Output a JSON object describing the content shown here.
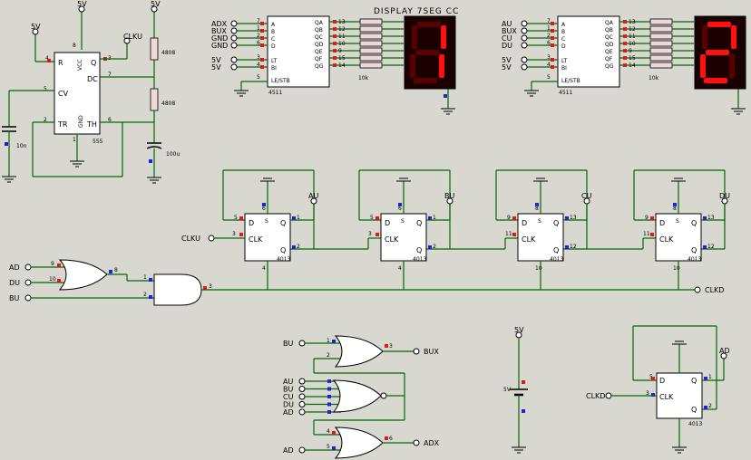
{
  "display_title": "DISPLAY 7SEG CC",
  "supply_label": "5V",
  "timer": {
    "pins": {
      "R": "R",
      "VCC": "VCC",
      "Q": "Q",
      "DC": "DC",
      "CV": "CV",
      "TR": "TR",
      "GND": "GND",
      "TH": "TH"
    },
    "chip": "555",
    "pin_nums": {
      "p4": "4",
      "p8": "8",
      "p3": "3",
      "p7": "7",
      "p5": "5",
      "p2": "2",
      "p6": "6",
      "p1": "1"
    },
    "r1": "4808",
    "r2": "4808",
    "c1": "10n",
    "c2": "100u",
    "clk_label": "CLKU"
  },
  "decoder_left": {
    "chip": "4511",
    "inputs": [
      "ADX",
      "BUX",
      "GND",
      "GND",
      "5V",
      "5V"
    ],
    "in_pins": [
      "A",
      "B",
      "C",
      "D",
      "LT",
      "BI",
      "LE/STB"
    ],
    "in_nums": [
      "7",
      "1",
      "2",
      "6",
      "3",
      "4",
      "5"
    ],
    "out_pins": [
      "QA",
      "QB",
      "QC",
      "QD",
      "QE",
      "QF",
      "QG"
    ],
    "out_nums": [
      "13",
      "12",
      "11",
      "10",
      "9",
      "15",
      "14"
    ],
    "res": "10k"
  },
  "decoder_right": {
    "chip": "4511",
    "inputs": [
      "AU",
      "BUX",
      "CU",
      "DU",
      "5V",
      "5V"
    ],
    "in_pins": [
      "A",
      "B",
      "C",
      "D",
      "LT",
      "BI",
      "LE/STB"
    ],
    "in_nums": [
      "7",
      "1",
      "2",
      "6",
      "3",
      "4",
      "5"
    ],
    "out_pins": [
      "QA",
      "QB",
      "QC",
      "QD",
      "QE",
      "QF",
      "QG"
    ],
    "out_nums": [
      "13",
      "12",
      "11",
      "10",
      "9",
      "15",
      "14"
    ],
    "res": "10k"
  },
  "left_inputs": [
    "ADX",
    "GND",
    "GND",
    "GND",
    "5V",
    "5V"
  ],
  "digit_left": "1",
  "digit_right": "2",
  "flipflops": [
    {
      "chip": "4013",
      "out": "AU",
      "d": "5",
      "clk": "3",
      "q": "1",
      "qb": "2",
      "s": "6",
      "r": "4"
    },
    {
      "chip": "4013",
      "out": "BU",
      "d": "5",
      "clk": "3",
      "q": "1",
      "qb": "2",
      "s": "6",
      "r": "4"
    },
    {
      "chip": "4013",
      "out": "CU",
      "d": "9",
      "clk": "11",
      "q": "13",
      "qb": "12",
      "s": "8",
      "r": "10"
    },
    {
      "chip": "4013",
      "out": "DU",
      "d": "9",
      "clk": "11",
      "q": "13",
      "qb": "12",
      "s": "8",
      "r": "10"
    }
  ],
  "ff_pins": {
    "D": "D",
    "S": "S",
    "Q": "Q",
    "CLK": "CLK",
    "R": "R",
    "QB": "Q"
  },
  "clk_in": "CLKU",
  "gates": {
    "or_inputs": [
      "AD",
      "DU"
    ],
    "or_pins": [
      "9",
      "10",
      "8"
    ],
    "and_input": "BU",
    "and_pins": [
      "1",
      "2",
      "3"
    ],
    "out": "CLKD"
  },
  "or_bux": {
    "inputs": [
      "BU"
    ],
    "pins": [
      "1",
      "2",
      "3"
    ],
    "out": "BUX"
  },
  "nor_gate": {
    "inputs": [
      "AU",
      "BU",
      "CU",
      "DU",
      "AD"
    ]
  },
  "or_adx": {
    "pins": [
      "4",
      "5",
      "6"
    ],
    "input": "AD",
    "out": "ADX"
  },
  "battery": {
    "label": "5V",
    "sup": "5V"
  },
  "ff_bottom": {
    "clk": "CLKD",
    "out": "AD",
    "chip": "4013",
    "d": "5",
    "clkp": "3",
    "q": "1",
    "qb": "2",
    "s": "6",
    "r": "4"
  }
}
